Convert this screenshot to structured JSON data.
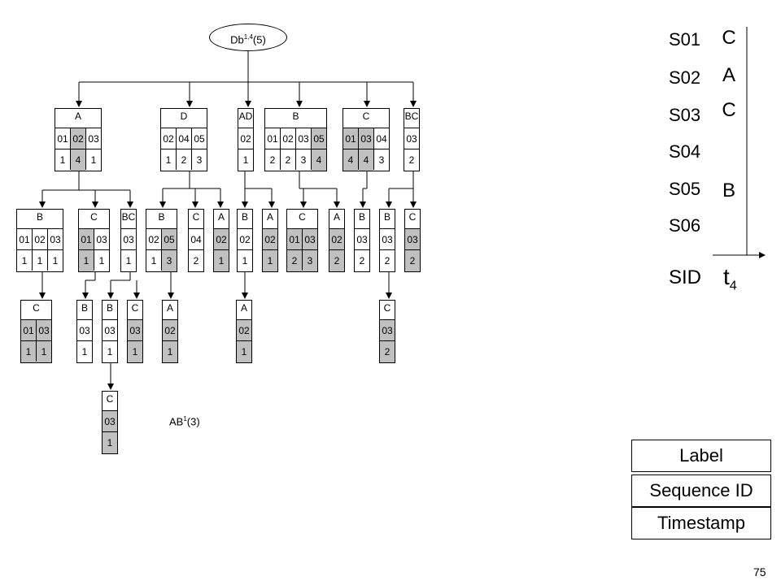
{
  "root": {
    "label_main": "Db",
    "label_sup": "1,4",
    "label_end": "(5)"
  },
  "annotation": {
    "main": "AB",
    "sup": "1",
    "end": "(3)"
  },
  "nodes": [
    {
      "label": "A",
      "ids": [
        "01",
        "02",
        "03"
      ],
      "ts": [
        "1",
        "4",
        "1"
      ],
      "shaded": [
        false,
        true,
        false
      ]
    },
    {
      "label": "D",
      "ids": [
        "02",
        "04",
        "05"
      ],
      "ts": [
        "1",
        "2",
        "3"
      ],
      "shaded": [
        false,
        false,
        false
      ]
    },
    {
      "label": "AD",
      "ids": [
        "02"
      ],
      "ts": [
        "1"
      ],
      "shaded": [
        false
      ]
    },
    {
      "label": "B",
      "ids": [
        "01",
        "02",
        "03",
        "05"
      ],
      "ts": [
        "2",
        "2",
        "3",
        "4"
      ],
      "shaded": [
        false,
        false,
        false,
        true
      ]
    },
    {
      "label": "C",
      "ids": [
        "01",
        "03",
        "04"
      ],
      "ts": [
        "4",
        "4",
        "3"
      ],
      "shaded": [
        true,
        true,
        false
      ]
    },
    {
      "label": "BC",
      "ids": [
        "03"
      ],
      "ts": [
        "2"
      ],
      "shaded": [
        false
      ]
    },
    {
      "label": "B",
      "ids": [
        "01",
        "02",
        "03"
      ],
      "ts": [
        "1",
        "1",
        "1"
      ],
      "shaded": [
        false,
        false,
        false
      ]
    },
    {
      "label": "C",
      "ids": [
        "01",
        "03"
      ],
      "ts": [
        "1",
        "1"
      ],
      "shaded": [
        true,
        false
      ]
    },
    {
      "label": "BC",
      "ids": [
        "03"
      ],
      "ts": [
        "1"
      ],
      "shaded": [
        false
      ]
    },
    {
      "label": "B",
      "ids": [
        "02",
        "05"
      ],
      "ts": [
        "1",
        "3"
      ],
      "shaded": [
        false,
        true
      ]
    },
    {
      "label": "C",
      "ids": [
        "04"
      ],
      "ts": [
        "2"
      ],
      "shaded": [
        false
      ]
    },
    {
      "label": "A",
      "ids": [
        "02"
      ],
      "ts": [
        "1"
      ],
      "shaded": [
        true
      ]
    },
    {
      "label": "B",
      "ids": [
        "02"
      ],
      "ts": [
        "1"
      ],
      "shaded": [
        false
      ]
    },
    {
      "label": "A",
      "ids": [
        "02"
      ],
      "ts": [
        "1"
      ],
      "shaded": [
        true
      ]
    },
    {
      "label": "C",
      "ids": [
        "01",
        "03"
      ],
      "ts": [
        "2",
        "3"
      ],
      "shaded": [
        true,
        true
      ]
    },
    {
      "label": "A",
      "ids": [
        "02"
      ],
      "ts": [
        "2"
      ],
      "shaded": [
        true
      ]
    },
    {
      "label": "B",
      "ids": [
        "03"
      ],
      "ts": [
        "2"
      ],
      "shaded": [
        false
      ]
    },
    {
      "label": "B",
      "ids": [
        "03"
      ],
      "ts": [
        "2"
      ],
      "shaded": [
        false
      ]
    },
    {
      "label": "C",
      "ids": [
        "03"
      ],
      "ts": [
        "2"
      ],
      "shaded": [
        true
      ]
    },
    {
      "label": "C",
      "ids": [
        "01",
        "03"
      ],
      "ts": [
        "1",
        "1"
      ],
      "shaded": [
        true,
        true
      ]
    },
    {
      "label": "B",
      "ids": [
        "03"
      ],
      "ts": [
        "1"
      ],
      "shaded": [
        false
      ]
    },
    {
      "label": "B",
      "ids": [
        "03"
      ],
      "ts": [
        "1"
      ],
      "shaded": [
        false
      ]
    },
    {
      "label": "C",
      "ids": [
        "03"
      ],
      "ts": [
        "1"
      ],
      "shaded": [
        true
      ]
    },
    {
      "label": "A",
      "ids": [
        "02"
      ],
      "ts": [
        "1"
      ],
      "shaded": [
        true
      ]
    },
    {
      "label": "A",
      "ids": [
        "02"
      ],
      "ts": [
        "1"
      ],
      "shaded": [
        true
      ]
    },
    {
      "label": "C",
      "ids": [
        "03"
      ],
      "ts": [
        "2"
      ],
      "shaded": [
        true
      ]
    },
    {
      "label": "C",
      "ids": [
        "03"
      ],
      "ts": [
        "1"
      ],
      "shaded": [
        true
      ]
    }
  ],
  "sequence_panel": {
    "ids": [
      "S01",
      "S02",
      "S03",
      "S04",
      "S05",
      "S06"
    ],
    "items": [
      "C",
      "A",
      "C",
      "",
      "B",
      ""
    ],
    "axis_left": "SID",
    "axis_right_main": "t",
    "axis_right_sub": "4"
  },
  "legend": {
    "items": [
      "Label",
      "Sequence ID",
      "Timestamp"
    ]
  },
  "page_number": "75"
}
